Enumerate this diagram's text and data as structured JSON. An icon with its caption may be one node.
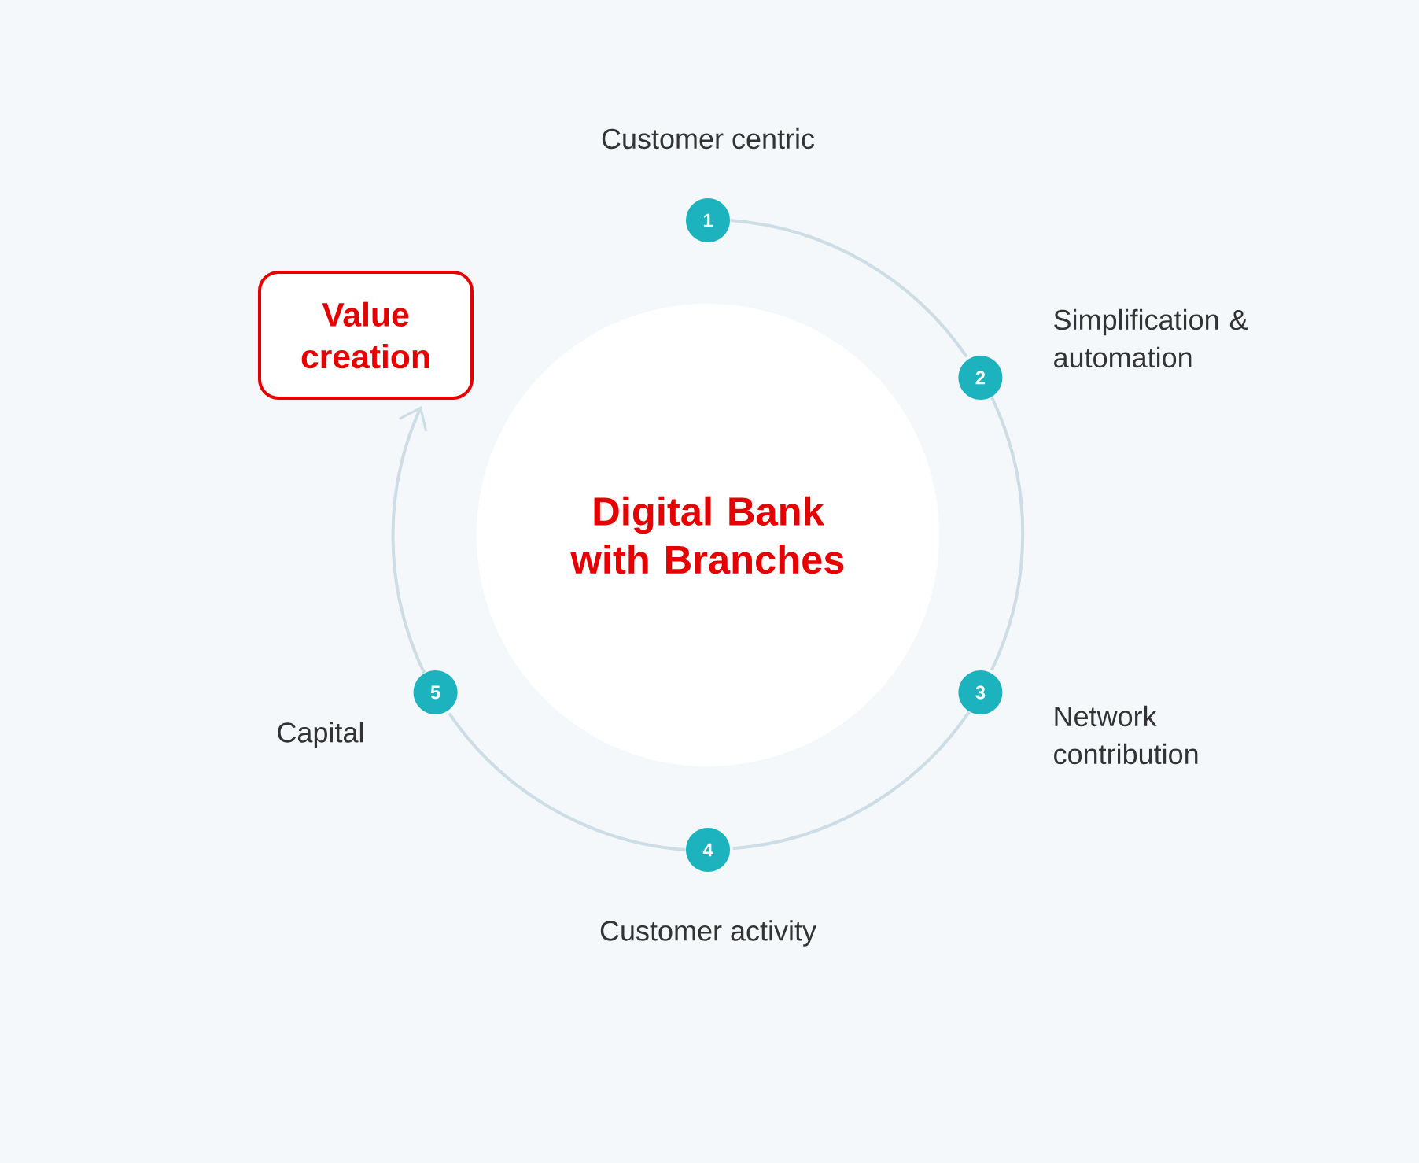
{
  "diagram": {
    "nodes": [
      {
        "text": [
          "Digital Bank with Branches"
        ]
      },
      {
        "text": [
          "1"
        ],
        "beside": [
          "Customer centric"
        ]
      },
      {
        "text": [
          "2"
        ],
        "beside": [
          "Simplification & automation"
        ]
      },
      {
        "text": [
          "3"
        ],
        "beside": [
          "Network contribution"
        ]
      },
      {
        "text": [
          "4"
        ],
        "beside": [
          "Customer activity"
        ]
      },
      {
        "text": [
          "5"
        ],
        "beside": [
          "Capital"
        ]
      },
      {
        "text": [
          "Value creation"
        ]
      }
    ],
    "edges": [
      {
        "from": 1,
        "to": 2,
        "arrow": "none"
      },
      {
        "from": 2,
        "to": 3,
        "arrow": "none"
      },
      {
        "from": 3,
        "to": 4,
        "arrow": "none"
      },
      {
        "from": 4,
        "to": 5,
        "arrow": "none"
      },
      {
        "from": 5,
        "to": 6,
        "arrow": "to"
      }
    ]
  }
}
